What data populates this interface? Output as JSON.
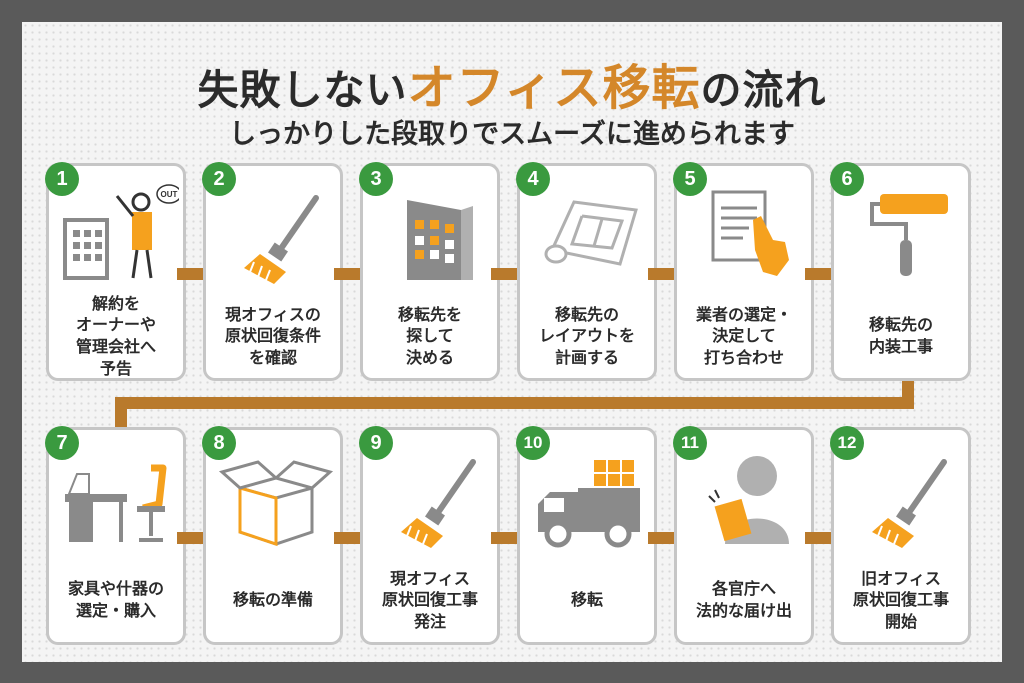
{
  "title": {
    "part1": "失敗しない",
    "highlight": "オフィス移転",
    "part2": "の流れ"
  },
  "subtitle": "しっかりした段取りでスムーズに進められます",
  "colors": {
    "accent": "#d4872a",
    "badge": "#3a9a3f",
    "arrow": "#b97a2c",
    "card_border": "#c6c6c6",
    "icon_gray": "#8a8a8a",
    "icon_orange": "#f5a11e"
  },
  "steps": [
    {
      "num": "1",
      "label": "解約を\nオーナーや\n管理会社へ\n予告",
      "icon": "building-person-out-icon",
      "speech": "OUT"
    },
    {
      "num": "2",
      "label": "現オフィスの\n原状回復条件\nを確認",
      "icon": "brush-icon"
    },
    {
      "num": "3",
      "label": "移転先を\n探して\n決める",
      "icon": "building-icon"
    },
    {
      "num": "4",
      "label": "移転先の\nレイアウトを\n計画する",
      "icon": "floor-plan-icon"
    },
    {
      "num": "5",
      "label": "業者の選定・\n決定して\n打ち合わせ",
      "icon": "document-hand-icon"
    },
    {
      "num": "6",
      "label": "移転先の\n内装工事",
      "icon": "paint-roller-icon"
    },
    {
      "num": "7",
      "label": "家具や什器の\n選定・購入",
      "icon": "desk-chair-icon"
    },
    {
      "num": "8",
      "label": "移転の準備",
      "icon": "box-icon"
    },
    {
      "num": "9",
      "label": "現オフィス\n原状回復工事\n発注",
      "icon": "brush-icon"
    },
    {
      "num": "10",
      "label": "移転",
      "icon": "truck-icon"
    },
    {
      "num": "11",
      "label": "各官庁へ\n法的な届け出",
      "icon": "person-document-icon"
    },
    {
      "num": "12",
      "label": "旧オフィス\n原状回復工事\n開始",
      "icon": "brush-icon"
    }
  ]
}
